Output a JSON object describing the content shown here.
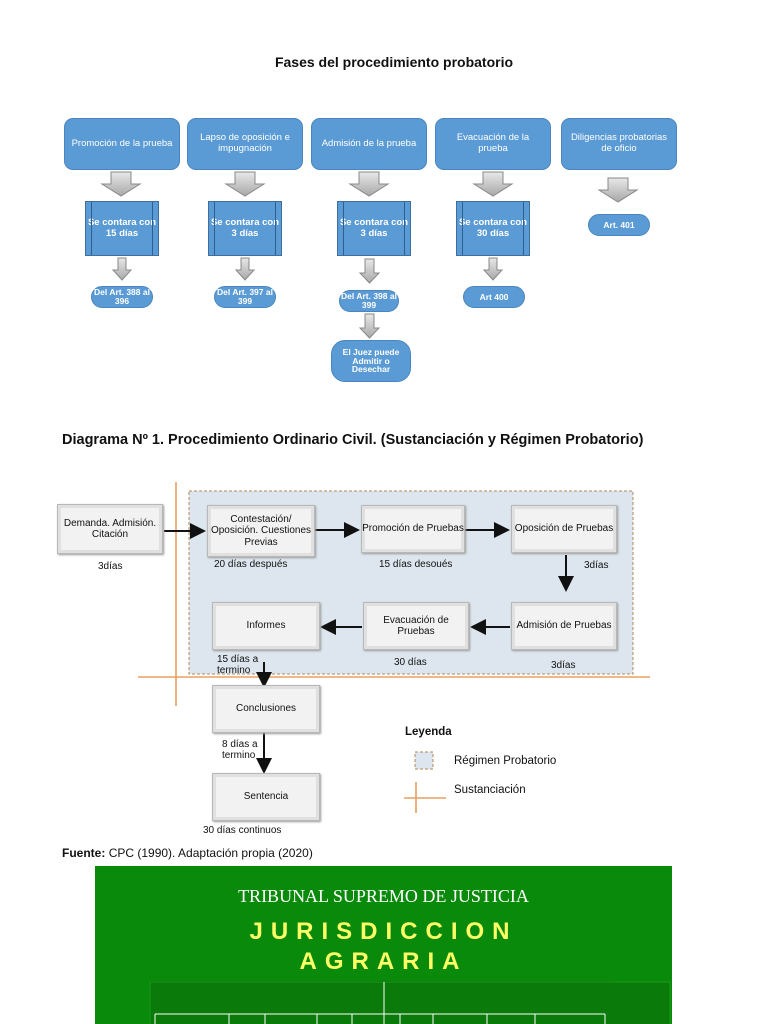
{
  "diagram1": {
    "title": "Fases del procedimiento probatorio",
    "phases": [
      {
        "label": "Promoción de la prueba",
        "duration": "Se contara con 15 días",
        "article": "Del Art. 388 al 396"
      },
      {
        "label": "Lapso de oposición e impugnación",
        "duration": "Se contara con 3 días",
        "article": "Del Art. 397 al 399"
      },
      {
        "label": "Admisión de la prueba",
        "duration": "Se contara con 3 días",
        "article": "Del Art. 398 al 399",
        "extra": "El Juez puede Admitir o Desechar"
      },
      {
        "label": "Evacuación de la prueba",
        "duration": "Se contara con 30 días",
        "article": "Art 400"
      },
      {
        "label": "Diligencias probatorias de oficio",
        "article": "Art. 401"
      }
    ]
  },
  "diagram2": {
    "title": "Diagrama Nº 1. Procedimiento Ordinario Civil. (Sustanciación y Régimen Probatorio)",
    "boxes": {
      "demanda": "Demanda. Admisión. Citación",
      "contestacion": "Contestación/ Oposición. Cuestiones Previas",
      "promocion": "Promoción de Pruebas",
      "oposicion": "Oposición de Pruebas",
      "admision": "Admisión de Pruebas",
      "evacuacion": "Evacuación de Pruebas",
      "informes": "Informes",
      "conclusiones": "Conclusiones",
      "sentencia": "Sentencia"
    },
    "labels": {
      "demanda": "3días",
      "contestacion": "20 días después",
      "promocion": "15 días desoués",
      "oposicion": "3días",
      "admision": "3días",
      "evacuacion": "30 días",
      "informes": "15 días a termino",
      "conclusiones": "8 días a termino",
      "sentencia": "30 días continuos"
    },
    "legend": {
      "title": "Leyenda",
      "regimen": "Régimen Probatorio",
      "sustanciacion": "Sustanciación"
    },
    "source_prefix": "Fuente:",
    "source_text": "CPC (1990). Adaptación propia (2020)"
  },
  "banner": {
    "line1": "TRIBUNAL SUPREMO DE JUSTICIA",
    "line2": "JURISDICCION",
    "line3": "AGRARIA"
  },
  "colors": {
    "phase_blue": "#5b9bd5",
    "banner_green": "#0a8a0a",
    "banner_text_yellow": "#ffff66",
    "sustanciacion_line": "#e8a060"
  }
}
